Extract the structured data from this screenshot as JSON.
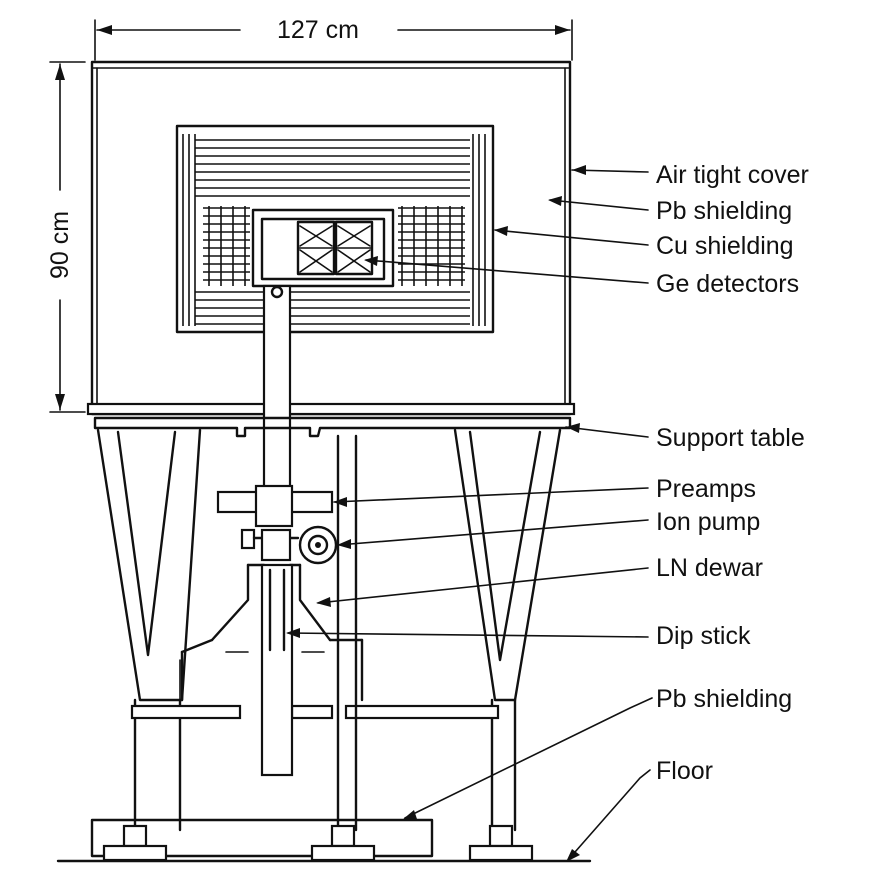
{
  "dimensions": {
    "width_label": "127 cm",
    "height_label": "90 cm"
  },
  "labels": {
    "air_tight_cover": "Air tight cover",
    "pb_shielding_top": "Pb shielding",
    "cu_shielding": "Cu shielding",
    "ge_detectors": "Ge detectors",
    "support_table": "Support table",
    "preamps": "Preamps",
    "ion_pump": "Ion pump",
    "ln_dewar": "LN dewar",
    "dip_stick": "Dip stick",
    "pb_shielding_bottom": "Pb shielding",
    "floor": "Floor"
  }
}
